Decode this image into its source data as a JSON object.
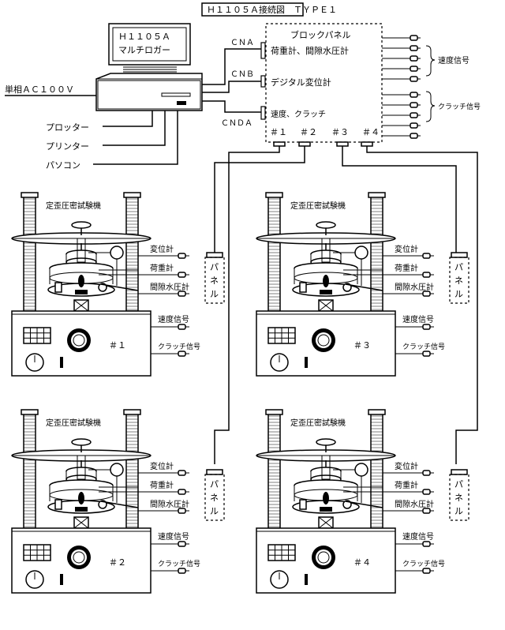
{
  "title": "Ｈ１１０５Ａ接続図　ＴＹＰＥ１",
  "logger": {
    "line1": "Ｈ１１０５Ａ",
    "line2": "マルチロガー"
  },
  "power": "単相ＡＣ１００Ｖ",
  "peripherals": [
    "プロッター",
    "プリンター",
    "パソコン"
  ],
  "connectors": [
    "ＣＮＡ",
    "ＣＮＢ",
    "ＣＮＤＡ"
  ],
  "block_panel": {
    "title": "ブロックパネル",
    "row1": "荷重計、間隙水圧計",
    "row2": "デジタル変位計",
    "row3": "速度、クラッチ",
    "ports": [
      "＃１",
      "＃２",
      "＃３",
      "＃４"
    ]
  },
  "right_signals": {
    "speed": "速度信号",
    "clutch": "クラッチ信号"
  },
  "machines": [
    {
      "title": "定歪圧密試験機",
      "number": "＃１",
      "panel": "パネル",
      "sensors": [
        "変位計",
        "荷重計",
        "間隙水圧計"
      ],
      "signals": [
        "速度信号",
        "クラッチ信号"
      ]
    },
    {
      "title": "定歪圧密試験機",
      "number": "＃３",
      "panel": "パネル",
      "sensors": [
        "変位計",
        "荷重計",
        "間隙水圧計"
      ],
      "signals": [
        "速度信号",
        "クラッチ信号"
      ]
    },
    {
      "title": "定歪圧密試験機",
      "number": "＃２",
      "panel": "パネル",
      "sensors": [
        "変位計",
        "荷重計",
        "間隙水圧計"
      ],
      "signals": [
        "速度信号",
        "クラッチ信号"
      ]
    },
    {
      "title": "定歪圧密試験機",
      "number": "＃４",
      "panel": "パネル",
      "sensors": [
        "変位計",
        "荷重計",
        "間隙水圧計"
      ],
      "signals": [
        "速度信号",
        "クラッチ信号"
      ]
    }
  ]
}
